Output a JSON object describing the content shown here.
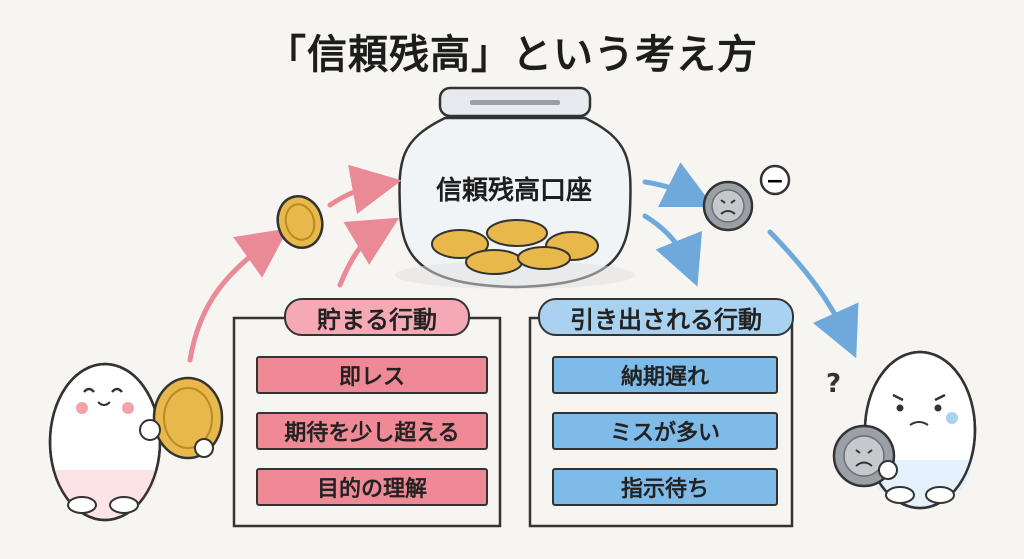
{
  "title": "「信頼残高」という考え方",
  "jar": {
    "label": "信頼残高口座"
  },
  "deposit": {
    "heading": "貯まる行動",
    "items": [
      "即レス",
      "期待を少し超える",
      "目的の理解"
    ]
  },
  "withdraw": {
    "heading": "引き出される行動",
    "items": [
      "納期遅れ",
      "ミスが多い",
      "指示待ち"
    ]
  },
  "minus_sign": "−",
  "question_mark": "?",
  "colors": {
    "deposit_accent": "#f08996",
    "withdraw_accent": "#7fbbe8",
    "coin_gold": "#e8b94a",
    "coin_gray": "#9aa0a6"
  }
}
